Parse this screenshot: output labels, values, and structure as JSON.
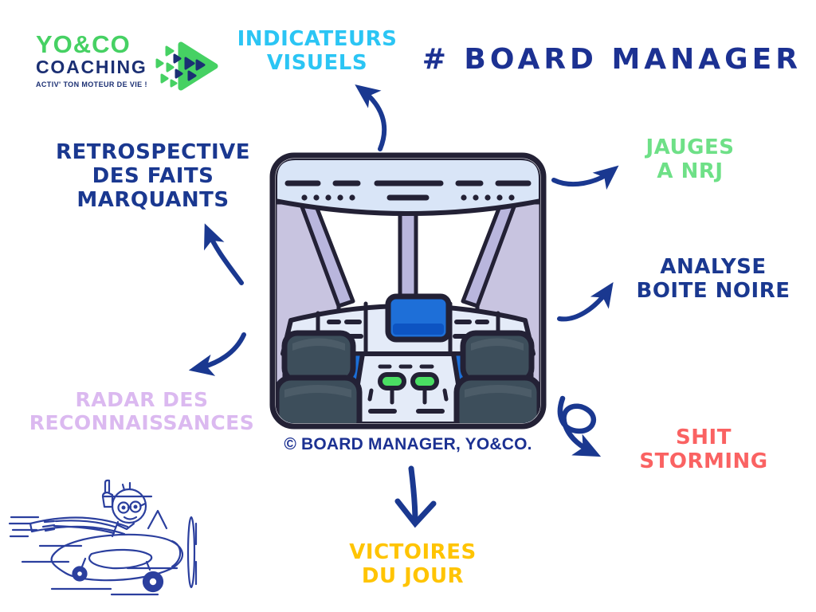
{
  "palette": {
    "navy": "#1A3890",
    "title_navy": "#1C3192",
    "logo_green": "#46D163",
    "logo_navy": "#1B2F73",
    "cockpit_outline": "#232135",
    "cockpit_panel_blue": "#D9E5F7",
    "cockpit_pillar_purple": "#B9B6DD",
    "cockpit_side_lavender": "#C8C4E0",
    "cockpit_accent_blue": "#1B6FD8",
    "cockpit_screen_blue": "#1E6FD8",
    "cockpit_seat_gray": "#3D4E5B",
    "cockpit_knob_green": "#4ADE63"
  },
  "logo": {
    "brand_top": "YO&CO",
    "brand_bottom": "COACHING",
    "tagline": "ACTIV' TON MOTEUR DE VIE !"
  },
  "header": {
    "title": "# BOARD MANAGER"
  },
  "diagram": {
    "caption": "© BOARD MANAGER, YO&CO.",
    "nodes": [
      {
        "id": "indicateurs-visuels",
        "lines": [
          "INDICATEURS",
          "VISUELS"
        ],
        "color": "#2BC5F4"
      },
      {
        "id": "retrospective-des-faits-marquants",
        "lines": [
          "RETROSPECTIVE",
          "DES FAITS",
          "MARQUANTS"
        ],
        "color": "#1A3890"
      },
      {
        "id": "jauges-a-nrj",
        "lines": [
          "JAUGES",
          "A NRJ"
        ],
        "color": "#6EE087"
      },
      {
        "id": "analyse-boite-noire",
        "lines": [
          "ANALYSE",
          "BOITE NOIRE"
        ],
        "color": "#1A3890"
      },
      {
        "id": "shit-storming",
        "lines": [
          "SHIT",
          "STORMING"
        ],
        "color": "#FA6262"
      },
      {
        "id": "victoires-du-jour",
        "lines": [
          "VICTOIRES",
          "DU JOUR"
        ],
        "color": "#FFC402"
      },
      {
        "id": "radar-des-reconnaissances",
        "lines": [
          "RADAR DES",
          "RECONNAISSANCES"
        ],
        "color": "#DBB9F0"
      }
    ]
  },
  "icons": {
    "logo_mark": "play-triangles",
    "center_illustration": "airplane-cockpit",
    "corner_illustration": "airplane-doodle-pilot-thumbs-up",
    "connectors": "hand-drawn-navy-arrows"
  }
}
